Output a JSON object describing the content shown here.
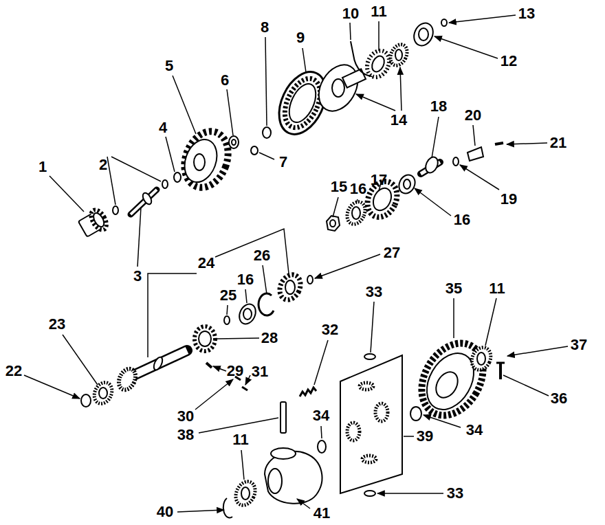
{
  "diagram": {
    "labels": [
      "1",
      "2",
      "3",
      "4",
      "5",
      "6",
      "7",
      "8",
      "9",
      "10",
      "11",
      "12",
      "13",
      "14",
      "15",
      "16",
      "17",
      "18",
      "19",
      "20",
      "21",
      "16",
      "24",
      "25",
      "16",
      "26",
      "27",
      "28",
      "23",
      "22",
      "29",
      "30",
      "31",
      "32",
      "33",
      "35",
      "11",
      "37",
      "36",
      "38",
      "34",
      "34",
      "39",
      "11",
      "33",
      "40",
      "41"
    ]
  }
}
